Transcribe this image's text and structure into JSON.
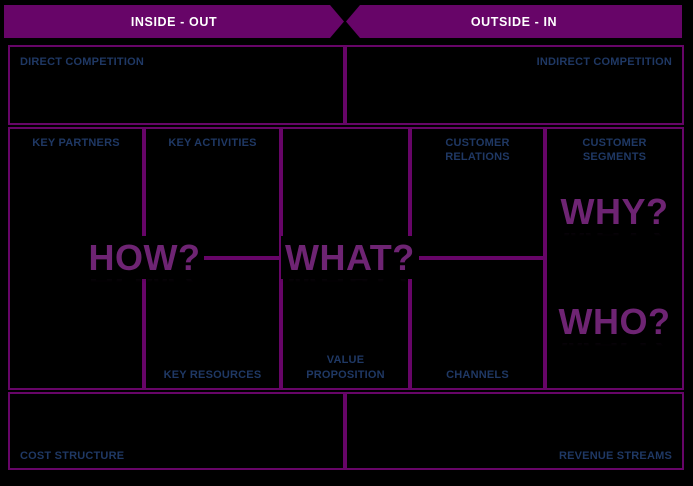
{
  "header": {
    "inside_out": "INSIDE - OUT",
    "outside_in": "OUTSIDE - IN"
  },
  "canvas": {
    "direct_competition": "DIRECT COMPETITION",
    "indirect_competition": "INDIRECT COMPETITION",
    "key_partners": "KEY PARTNERS",
    "key_activities": "KEY ACTIVITIES",
    "key_resources": "KEY RESOURCES",
    "value_proposition": "VALUE PROPOSITION",
    "customer_relations": "CUSTOMER RELATIONS",
    "channels": "CHANNELS",
    "customer_segments": "CUSTOMER SEGMENTS",
    "cost_structure": "COST STRUCTURE",
    "revenue_streams": "REVENUE STREAMS"
  },
  "questions": {
    "how": "HOW?",
    "what": "WHAT?",
    "why": "WHY?",
    "who": "WHO?"
  },
  "colors": {
    "background": "#000000",
    "grid_purple": "#670568",
    "banner_purple": "#670568",
    "question_purple": "#6E2473",
    "label_navy": "#1F3864",
    "banner_text": "#FFFFFF"
  }
}
